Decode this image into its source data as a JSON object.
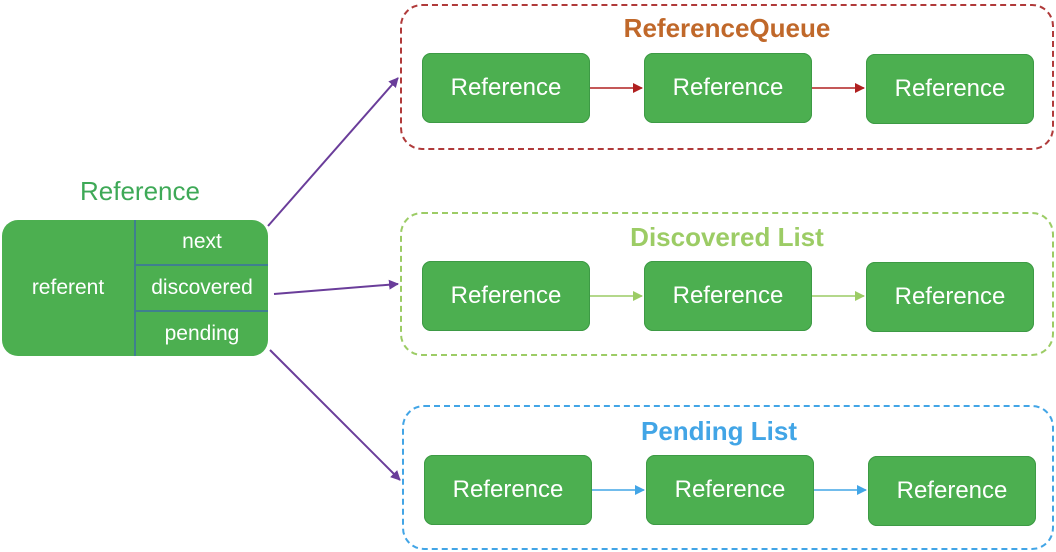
{
  "reference_object": {
    "title": "Reference",
    "referent_label": "referent",
    "fields": [
      "next",
      "discovered",
      "pending"
    ]
  },
  "groups": [
    {
      "title": "ReferenceQueue",
      "title_color": "#c0682a",
      "border_color": "#b03a3a",
      "arrow_color": "#b02020",
      "nodes": [
        "Reference",
        "Reference",
        "Reference"
      ]
    },
    {
      "title": "Discovered List",
      "title_color": "#9ccc65",
      "border_color": "#9ccc65",
      "arrow_color": "#9ccc65",
      "nodes": [
        "Reference",
        "Reference",
        "Reference"
      ]
    },
    {
      "title": "Pending List",
      "title_color": "#42a5e6",
      "border_color": "#42a5e6",
      "arrow_color": "#42a5e6",
      "nodes": [
        "Reference",
        "Reference",
        "Reference"
      ]
    }
  ],
  "colors": {
    "node_fill": "#4caf50",
    "object_title": "#3ea957",
    "connector": "#6a3d9a"
  }
}
